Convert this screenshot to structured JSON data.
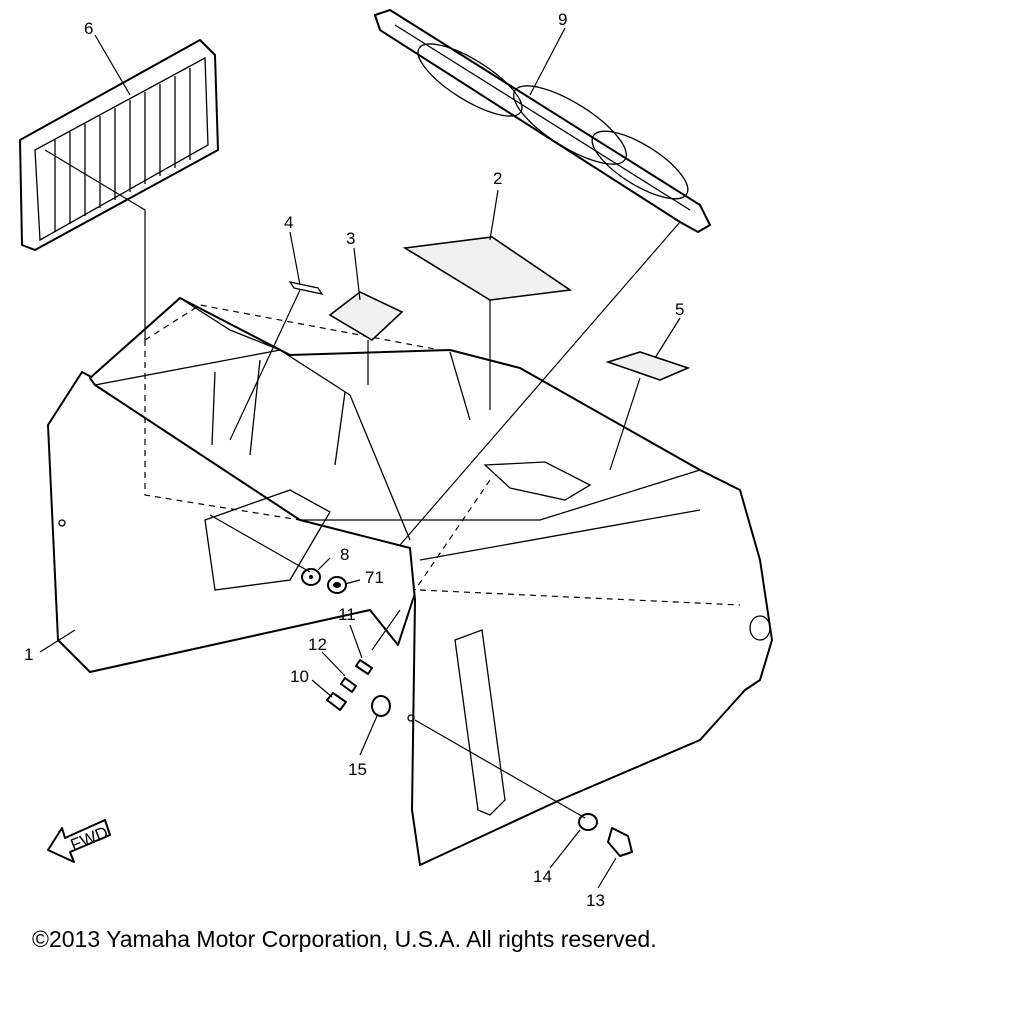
{
  "diagram": {
    "part_labels": {
      "p1": "1",
      "p2": "2",
      "p3": "3",
      "p4": "4",
      "p5": "5",
      "p6": "6",
      "p8": "8",
      "p9": "9",
      "p10": "10",
      "p11": "11",
      "p12": "12",
      "p13": "13",
      "p14": "14",
      "p15": "15",
      "p71": "71"
    },
    "fwd_label": "FWD"
  },
  "footer": {
    "copyright": "©2013 Yamaha Motor Corporation, U.S.A. All rights reserved."
  },
  "colors": {
    "line": "#000000",
    "background": "#ffffff"
  }
}
